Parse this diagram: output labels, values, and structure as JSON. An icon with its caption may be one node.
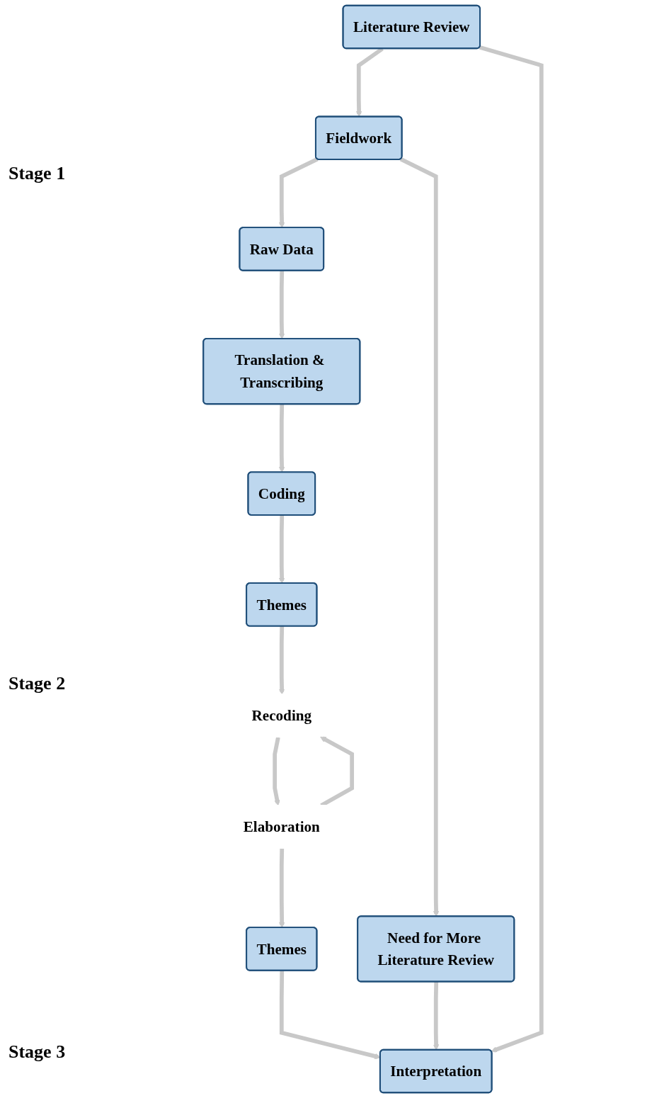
{
  "diagram": {
    "nodes": [
      {
        "text": [
          "Literature Review"
        ]
      },
      {
        "text": [
          "Fieldwork"
        ]
      },
      {
        "text": [
          "Raw Data"
        ]
      },
      {
        "text": [
          "Need for More Literature Review"
        ]
      },
      {
        "text": [
          "Translation & Transcribing"
        ]
      },
      {
        "text": [
          "Coding"
        ]
      },
      {
        "text": [
          "Themes"
        ]
      },
      {
        "text": [
          "Recoding"
        ]
      },
      {
        "text": [
          "Elaboration"
        ]
      },
      {
        "text": [
          "Themes"
        ]
      },
      {
        "text": [
          "Interpretation"
        ]
      }
    ],
    "edges": [
      {
        "from": 0,
        "to": 1,
        "arrow": "to"
      },
      {
        "from": 1,
        "to": 2,
        "arrow": "to"
      },
      {
        "from": 1,
        "to": 3,
        "arrow": "to"
      },
      {
        "from": 2,
        "to": 4,
        "arrow": "to"
      },
      {
        "from": 4,
        "to": 5,
        "arrow": "to"
      },
      {
        "from": 5,
        "to": 6,
        "arrow": "to"
      },
      {
        "from": 6,
        "to": 7,
        "arrow": "to"
      },
      {
        "from": 7,
        "to": 8,
        "arrow": "to"
      },
      {
        "from": 8,
        "to": 7,
        "arrow": "to"
      },
      {
        "from": 8,
        "to": 9,
        "arrow": "to"
      },
      {
        "from": 9,
        "to": 10,
        "arrow": "to"
      },
      {
        "from": 3,
        "to": 10,
        "arrow": "to"
      },
      {
        "from": 0,
        "to": 10,
        "arrow": "to"
      }
    ],
    "labels": [
      "Stage 1",
      "Stage 2",
      "Stage 3"
    ]
  }
}
